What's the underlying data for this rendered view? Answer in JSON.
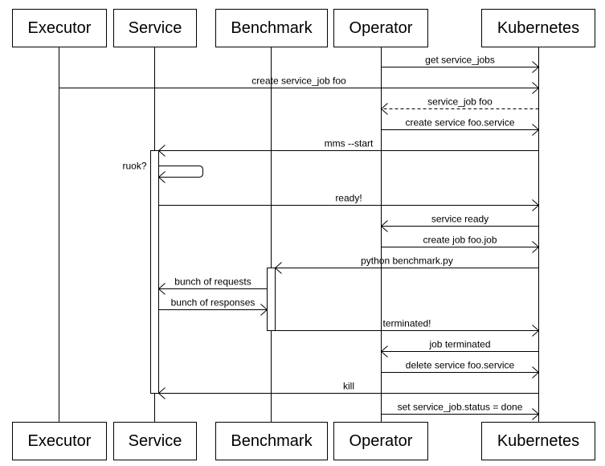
{
  "participants": [
    {
      "id": "executor",
      "label": "Executor"
    },
    {
      "id": "service",
      "label": "Service"
    },
    {
      "id": "benchmark",
      "label": "Benchmark"
    },
    {
      "id": "operator",
      "label": "Operator"
    },
    {
      "id": "kubernetes",
      "label": "Kubernetes"
    }
  ],
  "messages": [
    {
      "from": "operator",
      "to": "kubernetes",
      "label": "get service_jobs",
      "style": "solid"
    },
    {
      "from": "executor",
      "to": "kubernetes",
      "label": "create service_job foo",
      "style": "solid"
    },
    {
      "from": "kubernetes",
      "to": "operator",
      "label": "service_job foo",
      "style": "dashed"
    },
    {
      "from": "operator",
      "to": "kubernetes",
      "label": "create service foo.service",
      "style": "solid"
    },
    {
      "from": "kubernetes",
      "to": "service",
      "label": "mms --start",
      "style": "solid"
    },
    {
      "from": "service",
      "to": "service",
      "label": "ruok?",
      "style": "self"
    },
    {
      "from": "service",
      "to": "kubernetes",
      "label": "ready!",
      "style": "solid"
    },
    {
      "from": "kubernetes",
      "to": "operator",
      "label": "service ready",
      "style": "solid"
    },
    {
      "from": "operator",
      "to": "kubernetes",
      "label": "create job foo.job",
      "style": "solid"
    },
    {
      "from": "kubernetes",
      "to": "benchmark",
      "label": "python benchmark.py",
      "style": "solid"
    },
    {
      "from": "benchmark",
      "to": "service",
      "label": "bunch of requests",
      "style": "solid"
    },
    {
      "from": "service",
      "to": "benchmark",
      "label": "bunch of responses",
      "style": "solid"
    },
    {
      "from": "benchmark",
      "to": "kubernetes",
      "label": "terminated!",
      "style": "solid"
    },
    {
      "from": "kubernetes",
      "to": "operator",
      "label": "job terminated",
      "style": "solid"
    },
    {
      "from": "operator",
      "to": "kubernetes",
      "label": "delete service foo.service",
      "style": "solid"
    },
    {
      "from": "kubernetes",
      "to": "service",
      "label": "kill",
      "style": "solid"
    },
    {
      "from": "operator",
      "to": "kubernetes",
      "label": "set service_job.status = done",
      "style": "solid"
    }
  ]
}
